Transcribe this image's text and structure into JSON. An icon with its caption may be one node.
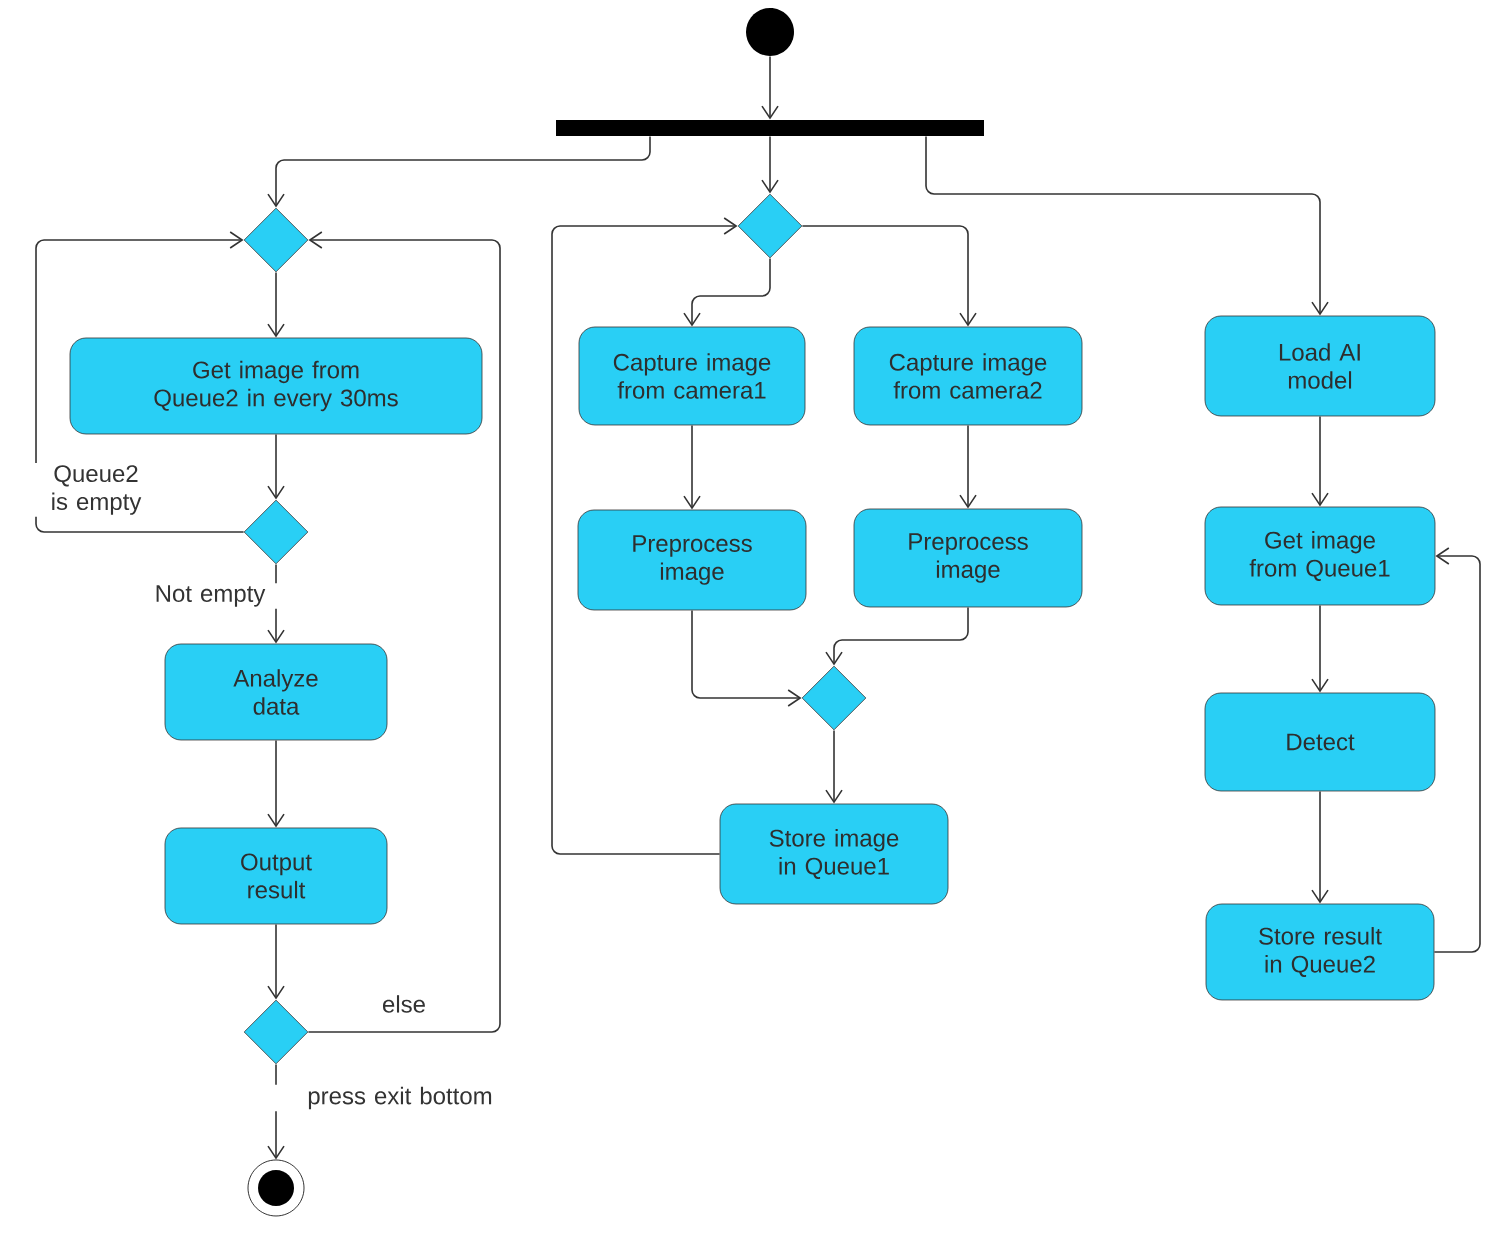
{
  "diagram": {
    "nodes": [
      {
        "text": [],
        "shape": "circle"
      },
      {
        "text": [],
        "shape": "bar"
      },
      {
        "text": [],
        "shape": "diamond"
      },
      {
        "text": [
          "Get image from Queue2 in every 30ms"
        ]
      },
      {
        "text": [],
        "shape": "diamond"
      },
      {
        "text": [
          "Analyze data"
        ]
      },
      {
        "text": [
          "Output result"
        ]
      },
      {
        "text": [],
        "shape": "diamond"
      },
      {
        "text": [],
        "shape": "circle"
      },
      {
        "text": [],
        "shape": "diamond"
      },
      {
        "text": [
          "Capture image from camera1"
        ]
      },
      {
        "text": [
          "Capture image from camera2"
        ]
      },
      {
        "text": [
          "Preprocess image"
        ]
      },
      {
        "text": [
          "Preprocess image"
        ]
      },
      {
        "text": [],
        "shape": "diamond"
      },
      {
        "text": [
          "Store image in Queue1"
        ]
      },
      {
        "text": [
          "Load AI model"
        ]
      },
      {
        "text": [
          "Get image from Queue1"
        ]
      },
      {
        "text": [
          "Detect"
        ]
      },
      {
        "text": [
          "Store result in Queue2"
        ]
      }
    ],
    "edges": [
      {
        "from": 0,
        "to": 1,
        "arrow": "to"
      },
      {
        "from": 1,
        "to": 2,
        "arrow": "to"
      },
      {
        "from": 1,
        "to": 9,
        "arrow": "to"
      },
      {
        "from": 1,
        "to": 16,
        "arrow": "to"
      },
      {
        "from": 2,
        "to": 3,
        "arrow": "to"
      },
      {
        "from": 3,
        "to": 4,
        "arrow": "to"
      },
      {
        "from": 4,
        "to": 2,
        "arrow": "to",
        "label": "Queue2 is empty"
      },
      {
        "from": 4,
        "to": 5,
        "arrow": "to",
        "label": "Not empty"
      },
      {
        "from": 5,
        "to": 6,
        "arrow": "to"
      },
      {
        "from": 6,
        "to": 7,
        "arrow": "to"
      },
      {
        "from": 7,
        "to": 2,
        "arrow": "to",
        "label": "else"
      },
      {
        "from": 7,
        "to": 8,
        "arrow": "to",
        "label": "press exit bottom"
      },
      {
        "from": 9,
        "to": 10,
        "arrow": "to"
      },
      {
        "from": 9,
        "to": 11,
        "arrow": "to"
      },
      {
        "from": 10,
        "to": 12,
        "arrow": "to"
      },
      {
        "from": 11,
        "to": 13,
        "arrow": "to"
      },
      {
        "from": 12,
        "to": 14,
        "arrow": "to"
      },
      {
        "from": 13,
        "to": 14,
        "arrow": "to"
      },
      {
        "from": 14,
        "to": 15,
        "arrow": "to"
      },
      {
        "from": 15,
        "to": 9,
        "arrow": "to"
      },
      {
        "from": 16,
        "to": 17,
        "arrow": "to"
      },
      {
        "from": 17,
        "to": 18,
        "arrow": "to"
      },
      {
        "from": 18,
        "to": 19,
        "arrow": "to"
      },
      {
        "from": 19,
        "to": 17,
        "arrow": "to"
      }
    ]
  }
}
